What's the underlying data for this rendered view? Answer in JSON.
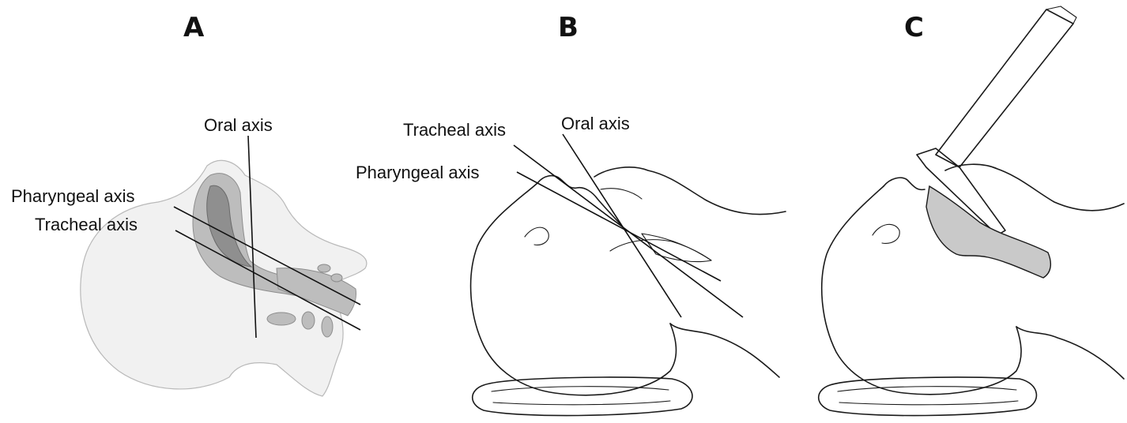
{
  "panels": [
    {
      "letter": "A",
      "labels": {
        "oral": "Oral axis",
        "pharyngeal": "Pharyngeal axis",
        "tracheal": "Tracheal axis"
      }
    },
    {
      "letter": "B",
      "labels": {
        "tracheal": "Tracheal axis",
        "oral": "Oral axis",
        "pharyngeal": "Pharyngeal axis"
      }
    },
    {
      "letter": "C"
    }
  ]
}
